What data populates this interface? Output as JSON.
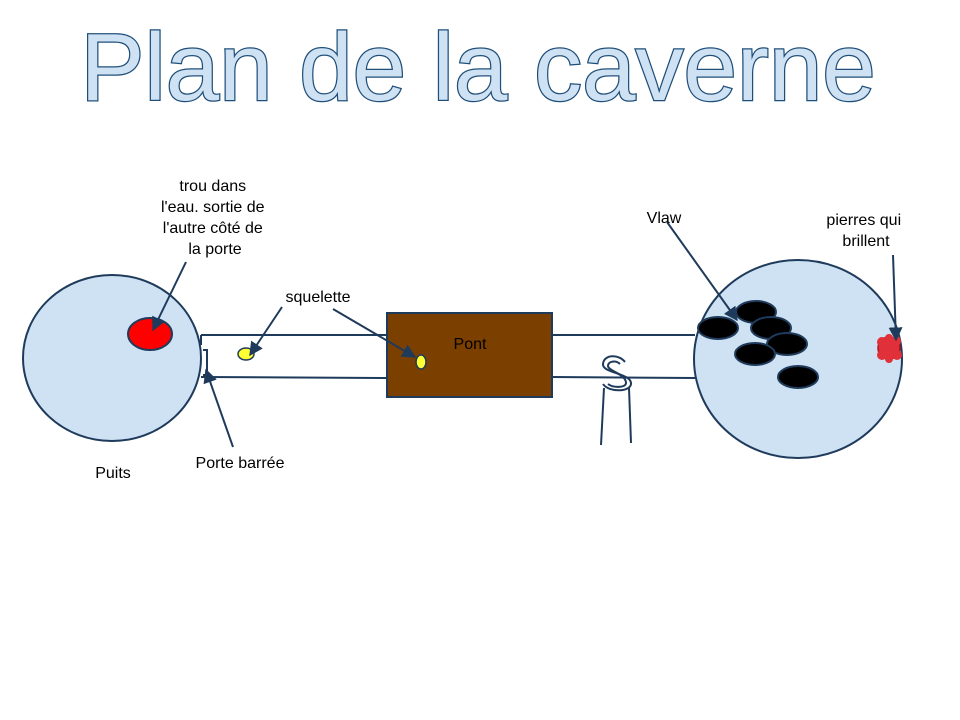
{
  "title": "Plan de la caverne",
  "labels": {
    "trou": [
      "trou dans",
      "l'eau. sortie de",
      "l'autre côté de",
      "la porte"
    ],
    "squelette": "squelette",
    "pont": "Pont",
    "vlaw": "Vlaw",
    "pierres": [
      "pierres qui",
      "brillent"
    ],
    "puits": "Puits",
    "porte": "Porte barrée"
  },
  "colors": {
    "room_fill": "#cfe2f3",
    "outline": "#1f3b5c",
    "hole": "#ff0000",
    "skull": "#ffff33",
    "bridge": "#7b3f00",
    "vlaw": "#000000",
    "stones": "#e0303a"
  }
}
